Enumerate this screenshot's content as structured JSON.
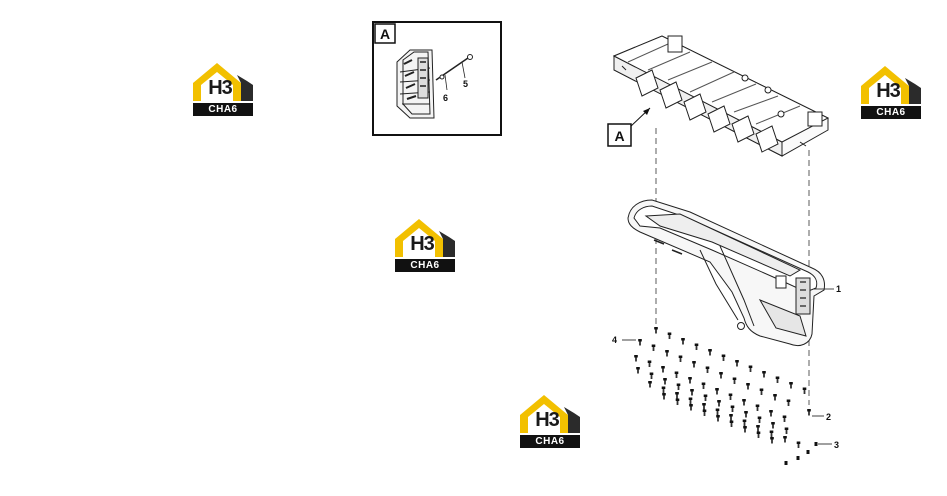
{
  "watermark": {
    "top_text": "H3",
    "bottom_text": "CHA6",
    "colors": {
      "roof": "#f2c000",
      "dark": "#2b2b2b",
      "bar": "#111111"
    }
  },
  "detail_box": {
    "label": "A",
    "callouts": [
      "5",
      "6"
    ]
  },
  "main_drawing": {
    "view_label": "A",
    "callouts": [
      "1",
      "2",
      "3",
      "4"
    ]
  }
}
